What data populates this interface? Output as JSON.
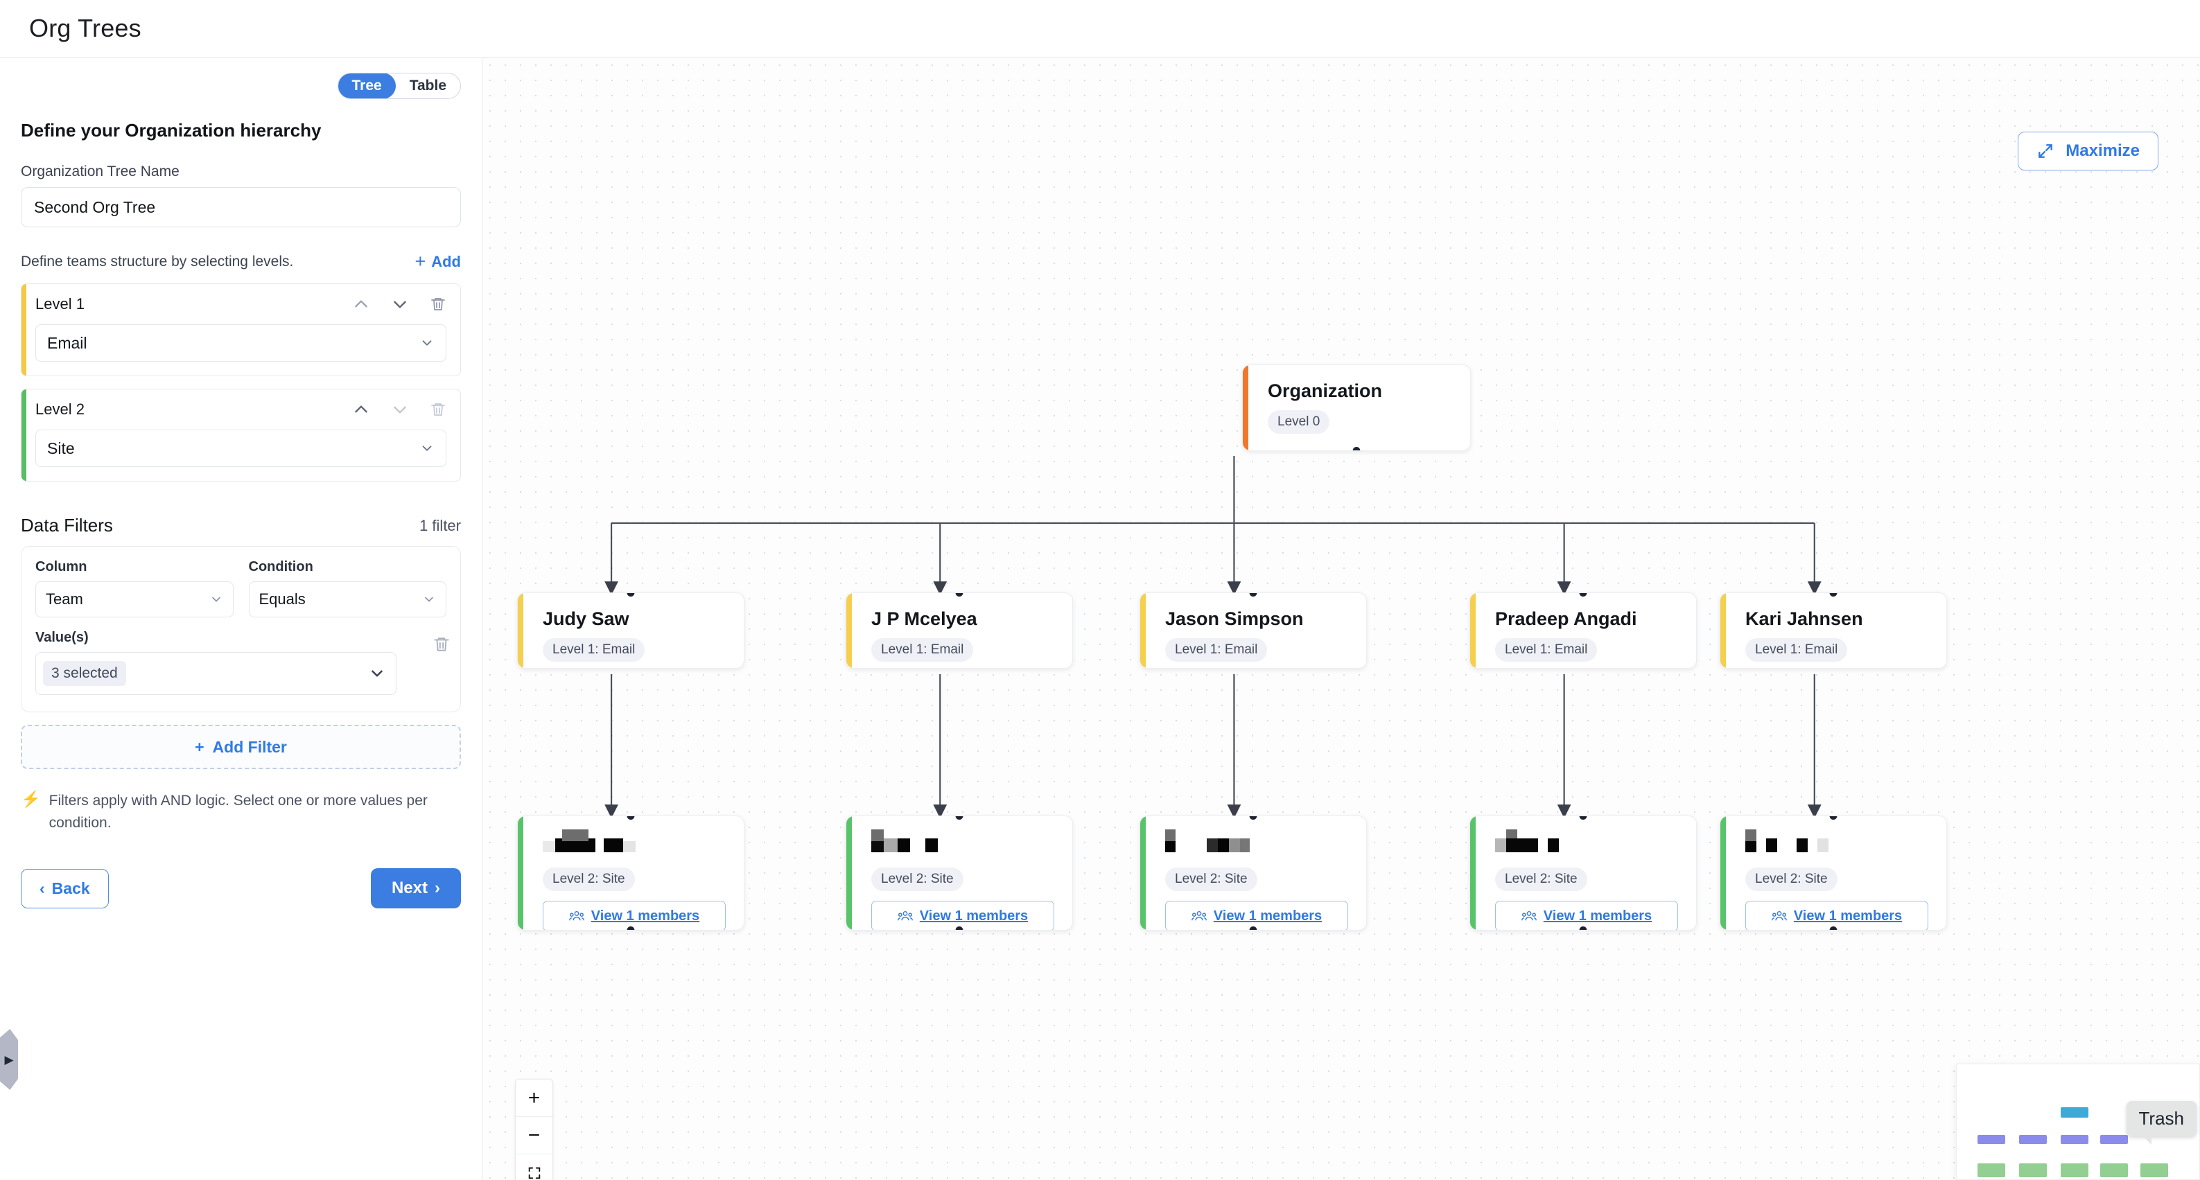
{
  "app": {
    "title": "Org Trees"
  },
  "sidebar": {
    "view_toggle": {
      "options": [
        "Tree",
        "Table"
      ],
      "selected": "Tree"
    },
    "heading": "Define your Organization hierarchy",
    "tree_name": {
      "label": "Organization Tree Name",
      "value": "Second Org Tree",
      "placeholder": "Organization Tree Name"
    },
    "levels_hint": "Define teams structure by selecting levels.",
    "add_label": "Add",
    "levels": [
      {
        "title": "Level 1",
        "value": "Email",
        "accent": "#f5c944"
      },
      {
        "title": "Level 2",
        "value": "Site",
        "accent": "#57bd66"
      }
    ],
    "filters": {
      "title": "Data Filters",
      "count_label": "1 filter",
      "column_label": "Column",
      "column_value": "Team",
      "condition_label": "Condition",
      "condition_value": "Equals",
      "values_label": "Value(s)",
      "values_chip": "3 selected",
      "add_filter_label": "Add Filter",
      "note": "Filters apply with AND logic. Select one or more values per condition."
    },
    "nav": {
      "back_label": "Back",
      "next_label": "Next"
    }
  },
  "canvas": {
    "maximize_label": "Maximize",
    "zoom_controls": {
      "zoom_in": "+",
      "zoom_out": "−"
    },
    "minimap": {
      "tooltip": "Trash"
    },
    "root": {
      "title": "Organization",
      "badge": "Level 0",
      "accent": "#f0772a"
    },
    "level1": [
      {
        "title": "Judy Saw",
        "badge": "Level 1: Email",
        "accent": "#f5cf4e"
      },
      {
        "title": "J P Mcelyea",
        "badge": "Level 1: Email",
        "accent": "#f5cf4e"
      },
      {
        "title": "Jason Simpson",
        "badge": "Level 1: Email",
        "accent": "#f5cf4e"
      },
      {
        "title": "Pradeep Angadi",
        "badge": "Level 1: Email",
        "accent": "#f5cf4e"
      },
      {
        "title": "Kari Jahnsen",
        "badge": "Level 1: Email",
        "accent": "#f5cf4e"
      }
    ],
    "level2": [
      {
        "title": "",
        "redacted": true,
        "badge": "Level 2: Site",
        "members_label": "View 1 members",
        "accent": "#58c46a"
      },
      {
        "title": "",
        "redacted": true,
        "badge": "Level 2: Site",
        "members_label": "View 1 members",
        "accent": "#58c46a"
      },
      {
        "title": "",
        "redacted": true,
        "badge": "Level 2: Site",
        "members_label": "View 1 members",
        "accent": "#58c46a"
      },
      {
        "title": "",
        "redacted": true,
        "badge": "Level 2: Site",
        "members_label": "View 1 members",
        "accent": "#58c46a"
      },
      {
        "title": "",
        "redacted": true,
        "badge": "Level 2: Site",
        "members_label": "View 1 members",
        "accent": "#58c46a"
      }
    ]
  }
}
